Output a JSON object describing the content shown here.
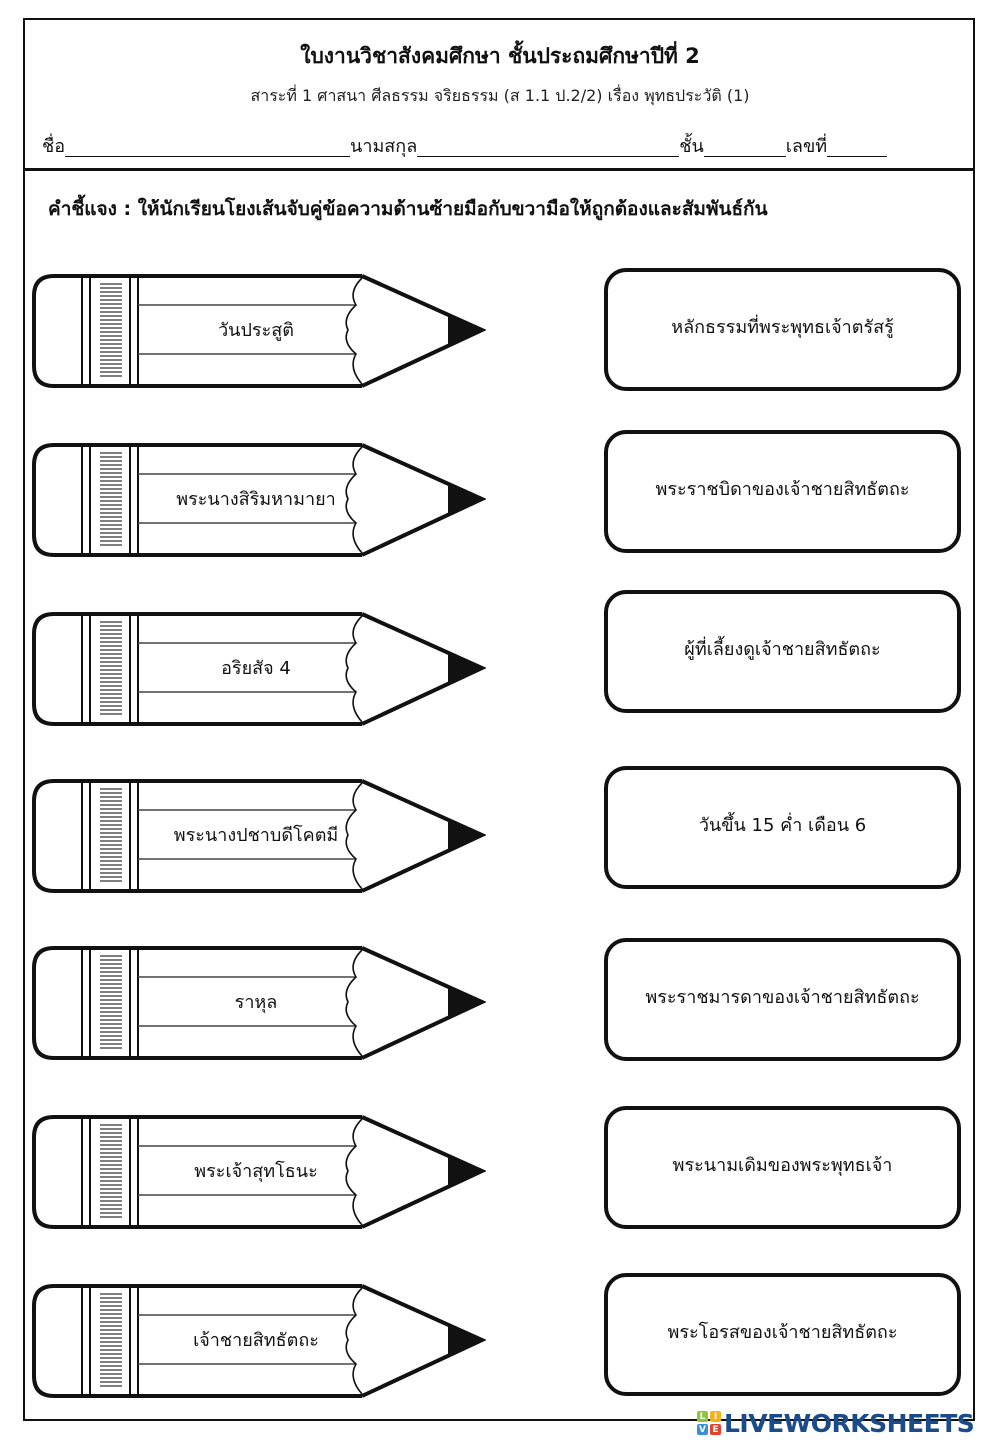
{
  "header": {
    "title": "ใบงานวิชาสังคมศึกษา ชั้นประถมศึกษาปีที่ 2",
    "subtitle": "สาระที่ 1 ศาสนา ศีลธรรม จริยธรรม (ส 1.1 ป.2/2) เรื่อง พุทธประวัติ (1)",
    "fields": {
      "name_label": "ชื่อ",
      "surname_label": "นามสกุล",
      "class_label": "ชั้น",
      "number_label": "เลขที่"
    }
  },
  "instructions": "คำชี้แจง : ให้นักเรียนโยงเส้นจับคู่ข้อความด้านซ้ายมือกับขวามือให้ถูกต้องและสัมพันธ์กัน",
  "left_items": [
    {
      "label": "วันประสูติ"
    },
    {
      "label": "พระนางสิริมหามายา"
    },
    {
      "label": "อริยสัจ 4"
    },
    {
      "label": "พระนางปชาบดีโคตมี"
    },
    {
      "label": "ราหุล"
    },
    {
      "label": "พระเจ้าสุทโธนะ"
    },
    {
      "label": "เจ้าชายสิทธัตถะ"
    }
  ],
  "right_items": [
    {
      "label": "หลักธรรมที่พระพุทธเจ้าตรัสรู้"
    },
    {
      "label": "พระราชบิดาของเจ้าชายสิทธัตถะ"
    },
    {
      "label": "ผู้ที่เลี้ยงดูเจ้าชายสิทธัตถะ"
    },
    {
      "label": "วันขึ้น 15 ค่ำ เดือน 6"
    },
    {
      "label": "พระราชมารดาของเจ้าชายสิทธัตถะ"
    },
    {
      "label": "พระนามเดิมของพระพุทธเจ้า"
    },
    {
      "label": "พระโอรสของเจ้าชายสิทธัตถะ"
    }
  ],
  "watermark": {
    "tiles": [
      {
        "letter": "L",
        "color": "#8cc63f"
      },
      {
        "letter": "I",
        "color": "#f7b21b"
      },
      {
        "letter": "V",
        "color": "#3b8fd6"
      },
      {
        "letter": "E",
        "color": "#e5412f"
      }
    ],
    "text": "LIVEWORKSHEETS",
    "color": "#1b4b8a"
  }
}
